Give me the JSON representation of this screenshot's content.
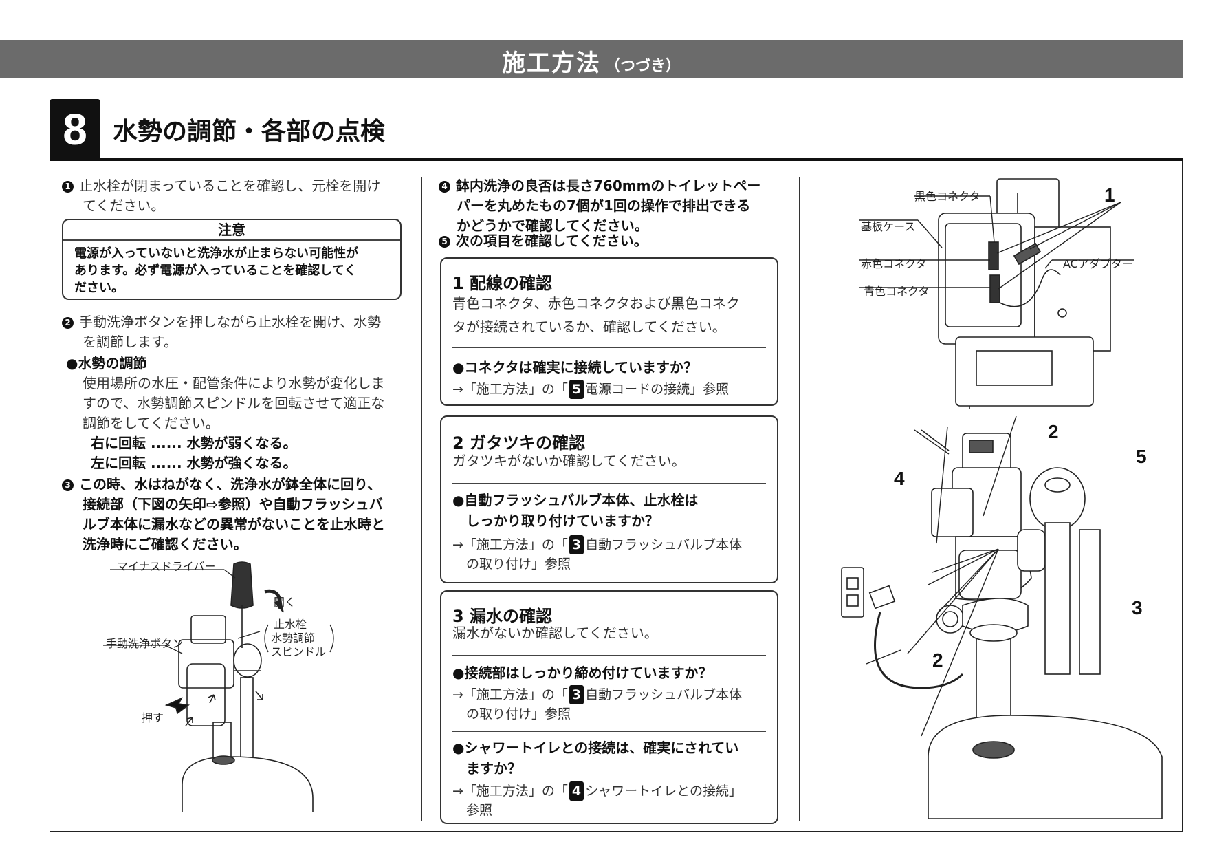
{
  "header": {
    "title": "施工方法",
    "subtitle": "（つづき）"
  },
  "section": {
    "number": "8",
    "title": "水勢の調節・各部の点検"
  },
  "col1": {
    "step1_num": "1",
    "step1": "止水栓が閉まっていることを確認し、元栓を開け",
    "step1b": "てください。",
    "caution_title": "注意",
    "caution_l1": "電源が入っていないと洗浄水が止まらない可能性が",
    "caution_l2": "あります。必ず電源が入っていることを確認してく",
    "caution_l3": "ださい。",
    "step2_num": "2",
    "step2": "手動洗浄ボタンを押しながら止水栓を開け、水勢",
    "step2b": "を調節します。",
    "adj_title": "●水勢の調節",
    "adj_l1": "使用場所の水圧・配管条件により水勢が変化しま",
    "adj_l2": "すので、水勢調節スピンドルを回転させて適正な",
    "adj_l3": "調節をしてください。",
    "rot1": "右に回転 ...... 水勢が弱くなる。",
    "rot2": "左に回転 ...... 水勢が強くなる。",
    "step3_num": "3",
    "step3_l1": "この時、水はねがなく、洗浄水が鉢全体に回り、",
    "step3_l2": "接続部（下図の矢印⇨参照）や自動フラッシュバ",
    "step3_l3": "ルブ本体に漏水などの異常がないことを止水時と",
    "step3_l4": "洗浄時にご確認ください。",
    "fig": {
      "driver": "マイナスドライバー",
      "open": "開く",
      "valve": "止水栓",
      "spindle1": "水勢調節",
      "spindle2": "スピンドル",
      "button": "手動洗浄ボタン",
      "push": "押す"
    }
  },
  "col2": {
    "step4_num": "4",
    "step4_l1": "鉢内洗浄の良否は長さ760mmのトイレットペー",
    "step4_l2": "パーを丸めたもの7個が1回の操作で排出できる",
    "step4_l3": "かどうかで確認してください。",
    "step5_num": "5",
    "step5": "次の項目を確認してください。",
    "box1": {
      "title": "1 配線の確認",
      "l1": "青色コネクタ、赤色コネクタおよび黒色コネク",
      "l2": "タが接続されているか、確認してください。",
      "q": "●コネクタは確実に接続していますか？",
      "ref_pre": "→「施工方法」の「",
      "ref_num": "5",
      "ref_post": "電源コードの接続」参照"
    },
    "box2": {
      "title": "2 ガタツキの確認",
      "l1": "ガタツキがないか確認してください。",
      "q1": "●自動フラッシュバルブ本体、止水栓は",
      "q2": "しっかり取り付けていますか？",
      "ref_pre": "→「施工方法」の「",
      "ref_num": "3",
      "ref_post": "自動フラッシュバルブ本体",
      "ref_l2": "の取り付け」参照"
    },
    "box3": {
      "title": "3 漏水の確認",
      "l1": "漏水がないか確認してください。",
      "q": "●接続部はしっかり締め付けていますか？",
      "ref_pre": "→「施工方法」の「",
      "ref_num": "3",
      "ref_post": "自動フラッシュバルブ本体",
      "ref_l2": "の取り付け」参照",
      "q2_l1": "●シャワートイレとの接続は、確実にされてい",
      "q2_l2": "ますか？",
      "ref2_pre": "→「施工方法」の「",
      "ref2_num": "4",
      "ref2_post": "シャワートイレとの接続」",
      "ref2_l2": "参照"
    }
  },
  "col3": {
    "labels": {
      "black": "黒色コネクタ",
      "board": "基板ケース",
      "red": "赤色コネクタ",
      "blue": "青色コネクタ",
      "ac": "ACアダプター"
    },
    "callouts": {
      "c1": "1",
      "c2a": "2",
      "c2b": "2",
      "c3": "3",
      "c4": "4",
      "c5": "5"
    }
  }
}
